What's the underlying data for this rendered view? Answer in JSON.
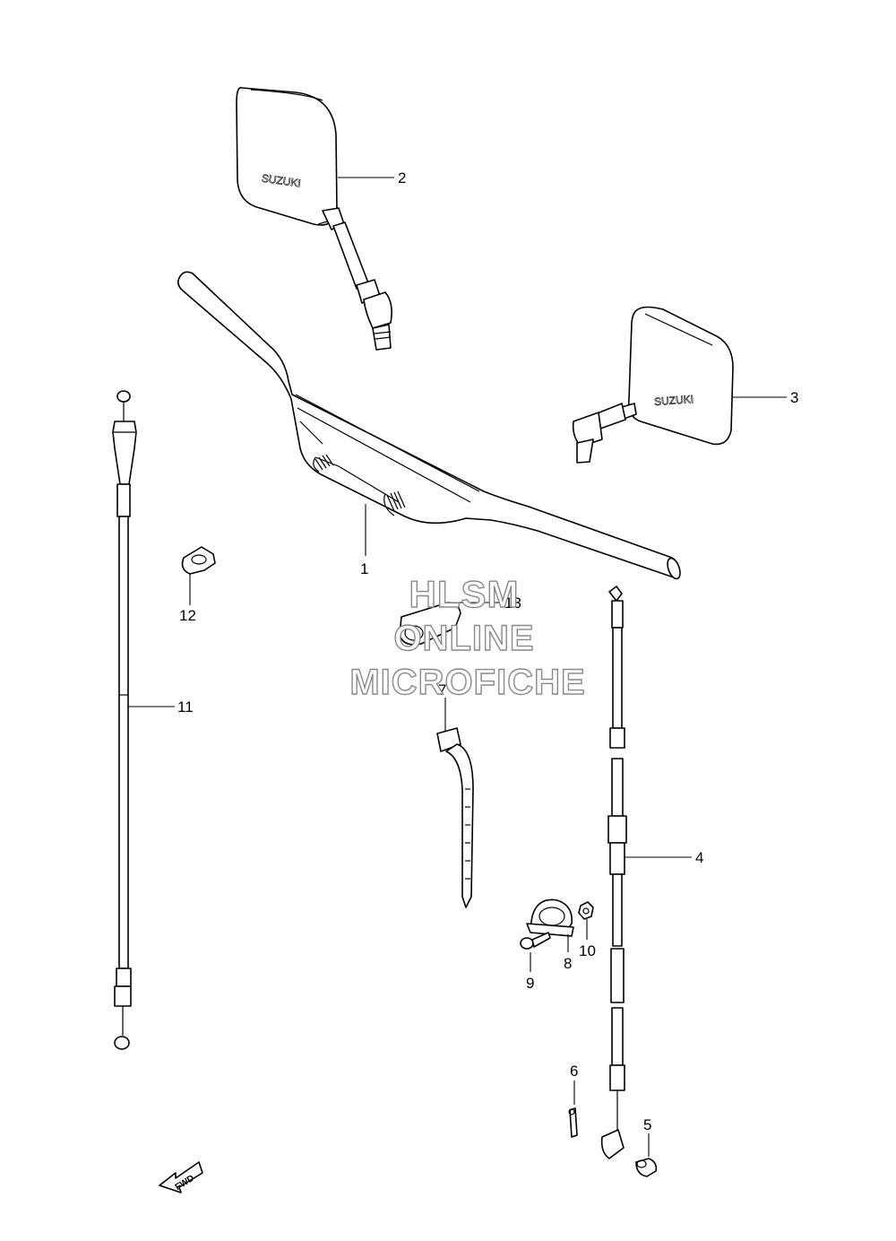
{
  "callouts": {
    "p1": "1",
    "p2": "2",
    "p3": "3",
    "p4": "4",
    "p5": "5",
    "p6": "6",
    "p7": "7",
    "p8": "8",
    "p9": "9",
    "p10": "10",
    "p11": "11",
    "p12": "12",
    "p13": "13"
  },
  "watermark": {
    "line1": "HLSM",
    "line2": "ONLINE",
    "line3": "MICROFICHE"
  },
  "fwd_label": "FWD",
  "mirror_brand": "SUZUKI"
}
